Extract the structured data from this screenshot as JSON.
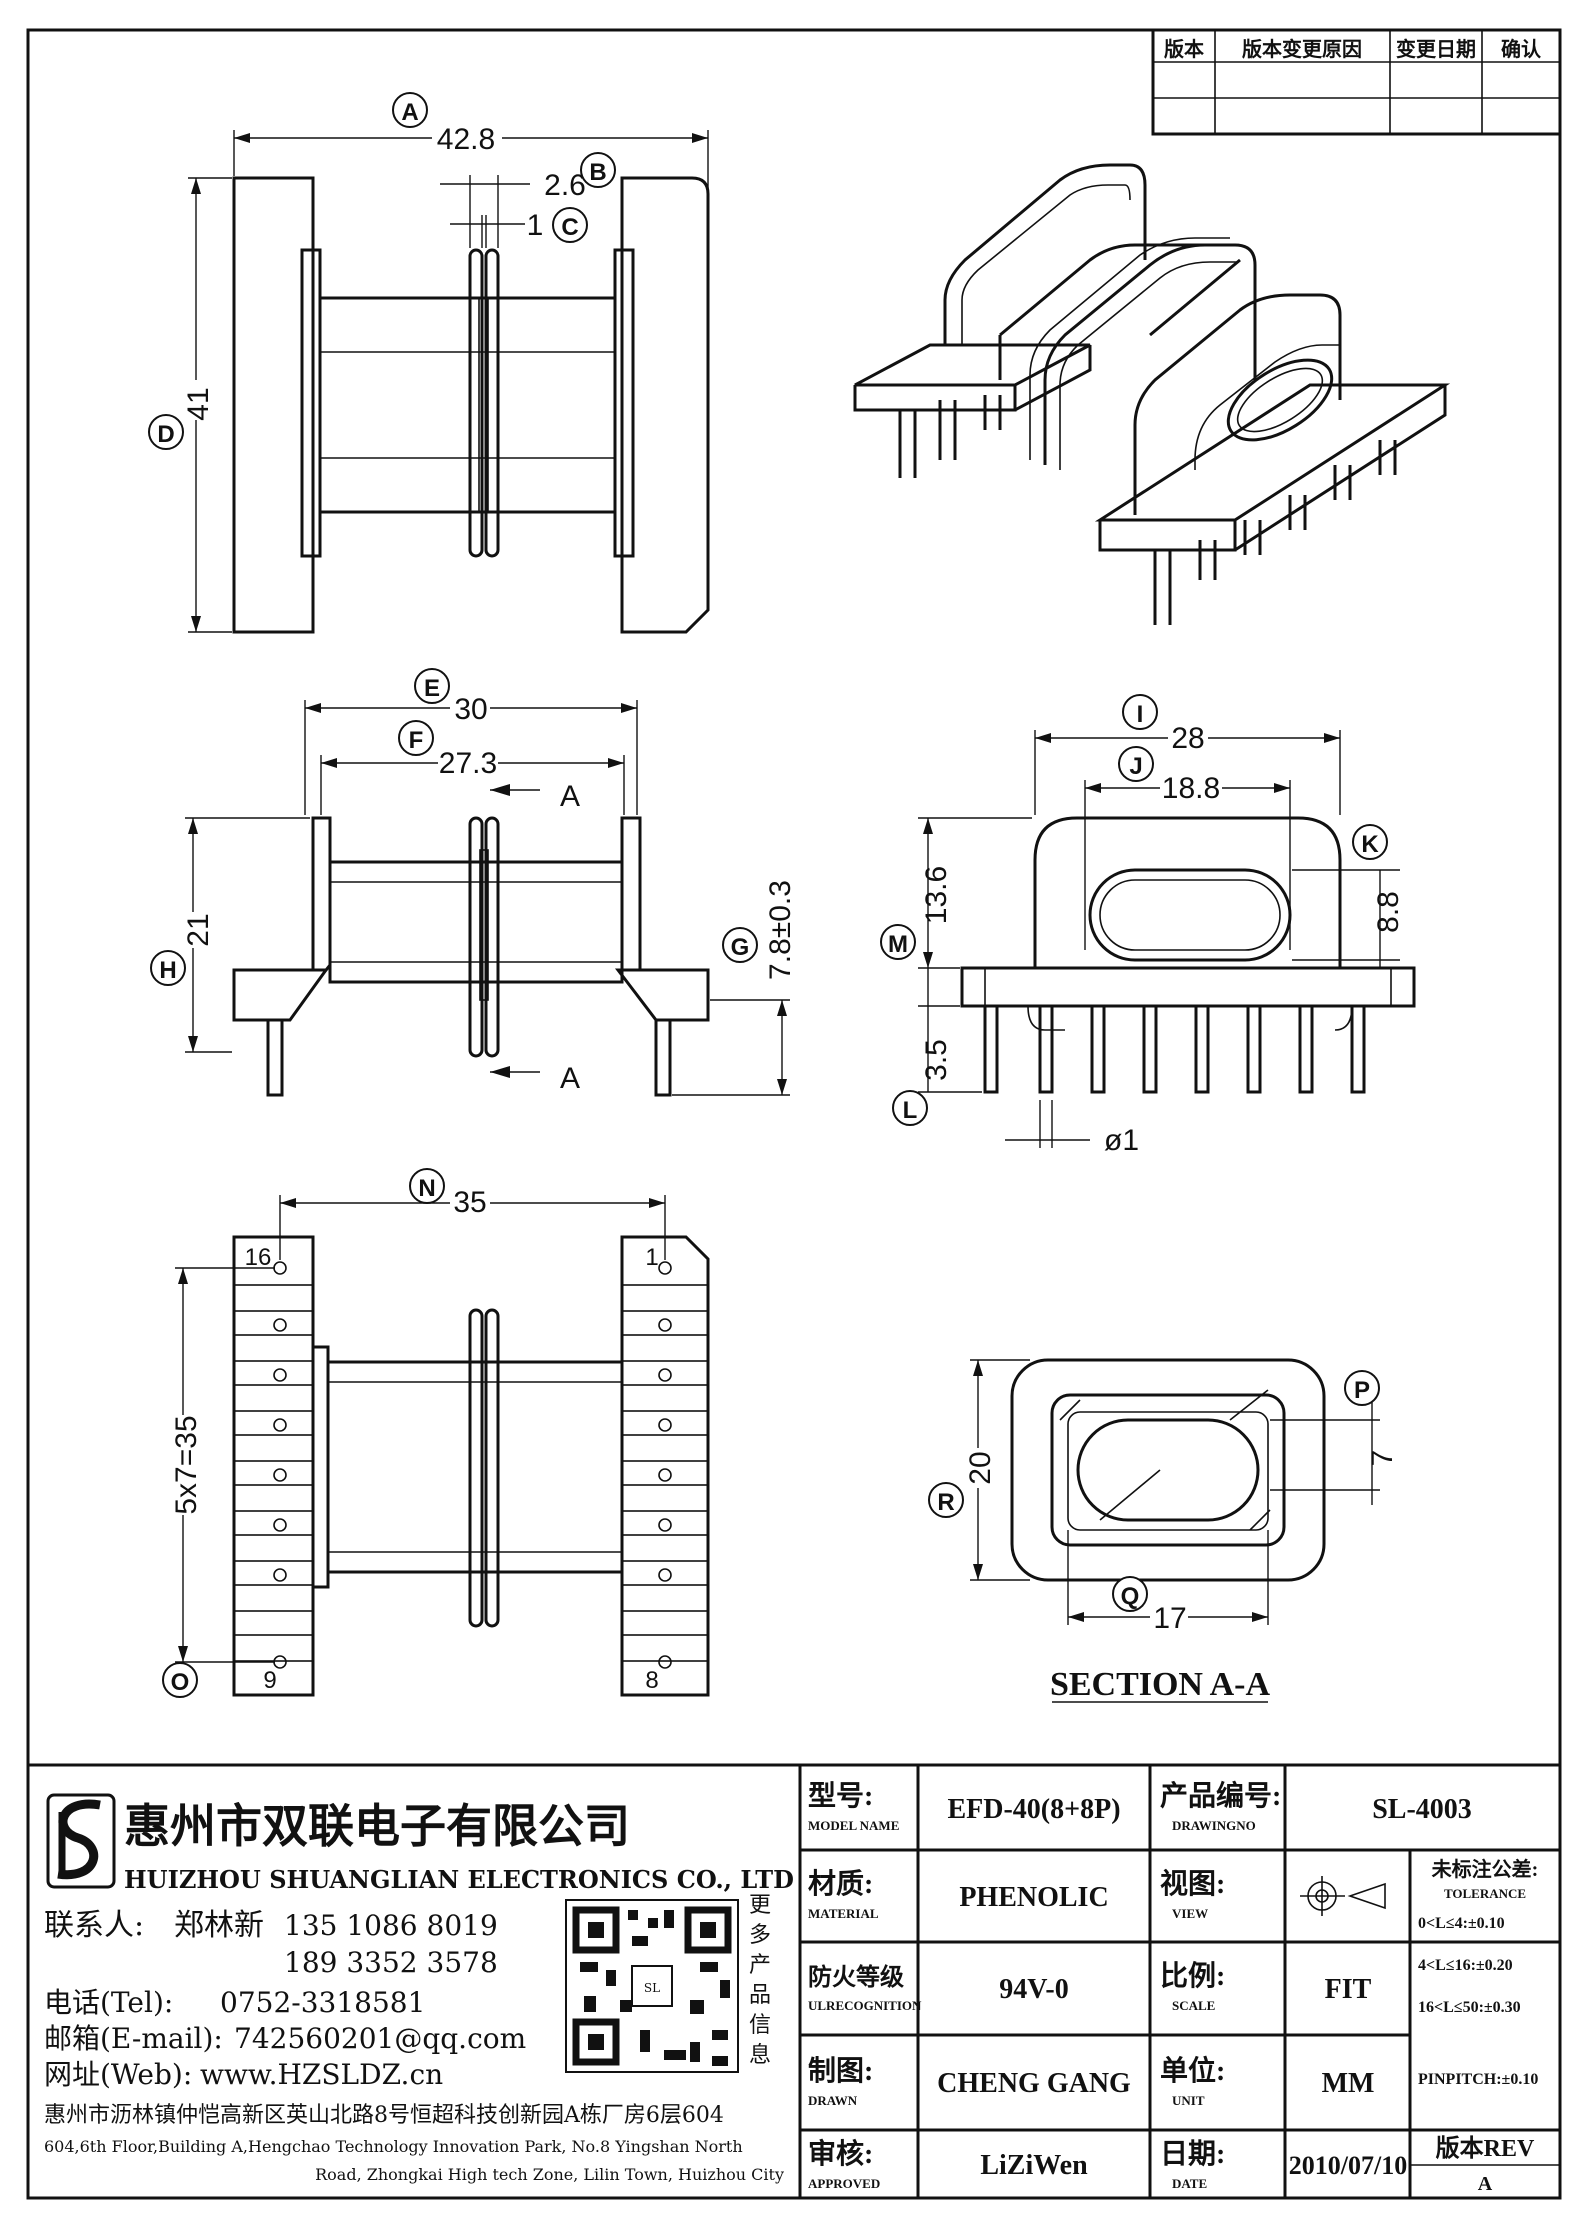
{
  "revision_table": {
    "headers": [
      "版本",
      "版本变更原因",
      "变更日期",
      "确认"
    ]
  },
  "dimensions": {
    "A": "42.8",
    "B": "2.6",
    "C": "1",
    "D": "41",
    "E": "30",
    "F": "27.3",
    "G": "7.8±0.3",
    "H": "21",
    "I": "28",
    "J": "18.8",
    "K": "8.8",
    "L": "3.5",
    "M": "13.6",
    "pin_dia": "ø1",
    "N": "35",
    "O": "5x7=35",
    "P": "7",
    "Q": "17",
    "R": "20"
  },
  "callouts": [
    "A",
    "B",
    "C",
    "D",
    "E",
    "F",
    "G",
    "H",
    "I",
    "J",
    "K",
    "L",
    "M",
    "N",
    "O",
    "P",
    "Q",
    "R"
  ],
  "section_marker": "A",
  "pin_labels": {
    "top_left": "16",
    "top_right": "1",
    "bottom_left": "9",
    "bottom_right": "8"
  },
  "section_title": "SECTION A-A",
  "company": {
    "name_cn": "惠州市双联电子有限公司",
    "name_en": "HUIZHOU SHUANGLIAN ELECTRONICS CO., LTD",
    "contact_label": "联系人:",
    "contact_name": "郑林新",
    "phone1": "135 1086 8019",
    "phone2": "189 3352 3578",
    "tel_label": "电话(Tel):",
    "tel": "0752-3318581",
    "email_label": "邮箱(E-mail):",
    "email": "742560201@qq.com",
    "web_label": "网址(Web):",
    "web": "www.HZSLDZ.cn",
    "qr_caption": [
      "更",
      "多",
      "产",
      "品",
      "信",
      "息"
    ],
    "address_cn": "惠州市沥林镇仲恺高新区英山北路8号恒超科技创新园A栋厂房6层604",
    "address_en_1": "604,6th Floor,Building A,Hengchao Technology Innovation Park, No.8 Yingshan North",
    "address_en_2": "Road, Zhongkai High tech Zone, Lilin Town, Huizhou City"
  },
  "title_block": {
    "model_label": "型号:",
    "model_label_en": "MODEL NAME",
    "model": "EFD-40(8+8P)",
    "drawing_label": "产品编号:",
    "drawing_label_en": "DRAWINGNO",
    "drawing_no": "SL-4003",
    "material_label": "材质:",
    "material_label_en": "MATERIAL",
    "material": "PHENOLIC",
    "view_label": "视图:",
    "view_label_en": "VIEW",
    "tolerance_label": "未标注公差:",
    "tolerance_label_en": "TOLERANCE",
    "tol1": "0<L≤4:±0.10",
    "tol2": "4<L≤16:±0.20",
    "tol3": "16<L≤50:±0.30",
    "tol4": "PINPITCH:±0.10",
    "fire_label": "防火等级",
    "fire_label_en": "ULRECOGNITION",
    "fire": "94V-0",
    "scale_label": "比例:",
    "scale_label_en": "SCALE",
    "scale": "FIT",
    "drawn_label": "制图:",
    "drawn_label_en": "DRAWN",
    "drawn": "CHENG GANG",
    "unit_label": "单位:",
    "unit_label_en": "UNIT",
    "unit": "MM",
    "approved_label": "审核:",
    "approved_label_en": "APPROVED",
    "approved": "LiZiWen",
    "date_label": "日期:",
    "date_label_en": "DATE",
    "date": "2010/07/10",
    "rev_label": "版本REV",
    "rev": "A"
  },
  "colors": {
    "ink": "#111111",
    "paper": "#ffffff"
  }
}
